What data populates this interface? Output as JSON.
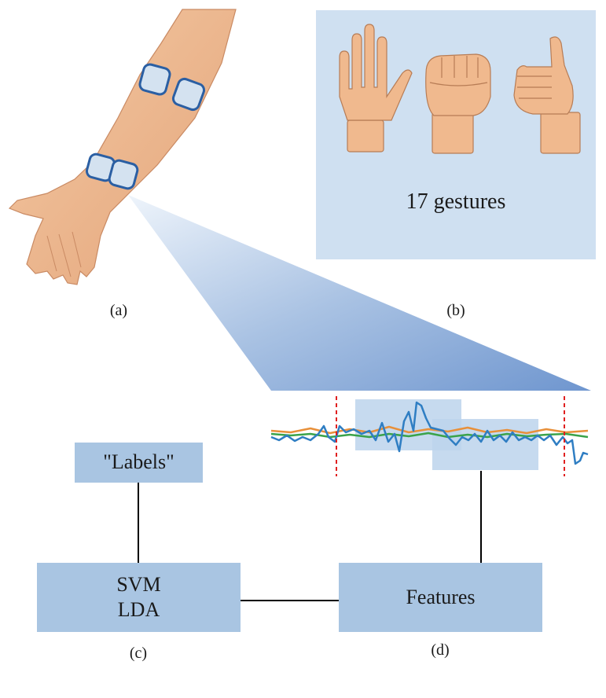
{
  "panel_b": {
    "caption": "17 gestures"
  },
  "panel_labels": {
    "a": "(a)",
    "b": "(b)",
    "c": "(c)",
    "d": "(d)"
  },
  "boxes": {
    "labels": "\"Labels\"",
    "classifier_line1": "SVM",
    "classifier_line2": "LDA",
    "features": "Features"
  },
  "colors": {
    "box_fill": "#a9c5e2",
    "gesture_panel": "#cfe0f1",
    "window_highlight": "#bcd3ec",
    "signal_blue": "#2f7ec3",
    "signal_orange": "#e8903a",
    "signal_green": "#3aa34a",
    "marker_red": "#e02020",
    "skin": "#f0b98e"
  },
  "icons": [
    "arm-with-electrodes-illustration",
    "open-hand-icon",
    "fist-icon",
    "thumbs-up-icon"
  ]
}
